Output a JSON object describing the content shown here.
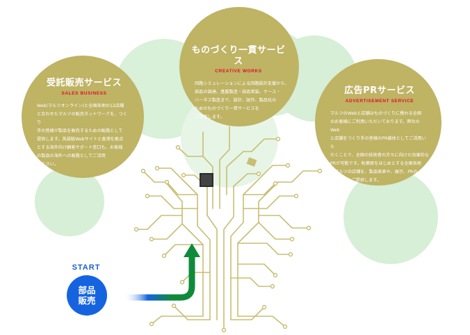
{
  "services": [
    {
      "title": "受託販売サービス",
      "subtitle": "SALES BUSINESS",
      "description": "Web(マルツオンライン)と全国各地の12店舗\nと合わせたマルツの販売ネットワークを、つくり\n手の皆様が製品を販売するための販路として\n提供します。英語版Webサイトと香港を拠点\nとする海外向け顧客サポート窓口も、お客様\nの製品の海外への販路としてご活用\nください。"
    },
    {
      "title": "ものづくり一貫サービス",
      "subtitle": "CREATIVE WORKS",
      "description": "回路シミュレーションによる回路設計支援から、\n部品の調達、基盤製造・部品実装、ケース・\nハーネス製造まで、設計、試作、製品化の\nためのものづくり一貫サービスを\nご提供します。"
    },
    {
      "title": "広告PRサービス",
      "subtitle": "ADVERTISEMENT SERVICE",
      "description": "マルツのWebと店舗はものづくりに携わる全国\nのお客様にご利用いただいております。弊社のWeb\nと店舗をつくり手の皆様のPR媒体としてご活用いた\nだくことで、全国の技術者の方々に向けた効果的な\nPRが可能です。秋葉原をはじめとする全国各地\nのマルツの店舗を、製品発表や、展示、PRの\n場としてもご提供します。"
    }
  ],
  "start": {
    "label": "START",
    "line1": "部品",
    "line2": "販売"
  },
  "colors": {
    "circle": "#bfb364",
    "foliage": "#d6efd6",
    "trace": "#c8bd72",
    "accent_red": "#e0102a",
    "start_blue": "#1663e0",
    "arrow_green": "#0f8a3a"
  },
  "icons": [
    "chip-icon",
    "arrow-up-icon"
  ]
}
